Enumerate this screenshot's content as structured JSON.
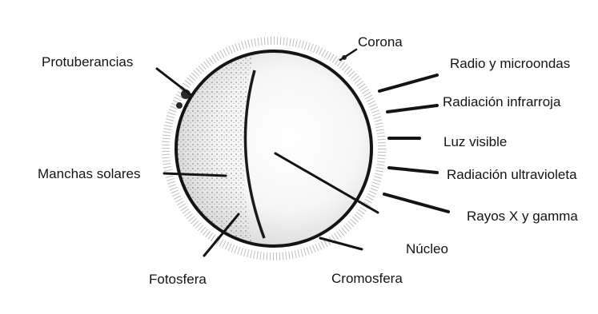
{
  "labels": {
    "corona": "Corona",
    "protuberancias": "Protuberancias",
    "radio": "Radio y microondas",
    "infrarroja": "Radiación infrarroja",
    "luz_visible": "Luz visible",
    "ultravioleta": "Radiación ultravioleta",
    "rayos_x": "Rayos X y gamma",
    "manchas": "Manchas solares",
    "nucleo": "Núcleo",
    "fotosfera": "Fotosfera",
    "cromosfera": "Cromosfera"
  },
  "colors": {
    "ink": "#141414",
    "background": "#ffffff"
  }
}
